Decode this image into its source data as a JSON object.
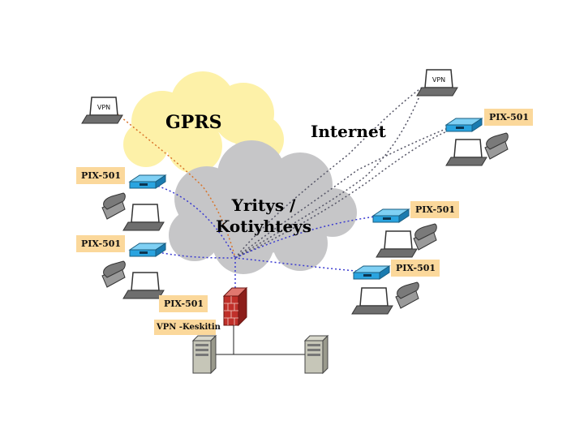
{
  "clouds": {
    "gprs": "GPRS",
    "internet": "Internet",
    "company_line1": "Yritys /",
    "company_line2": "Kotiyhteys"
  },
  "remote_vpn_label": "VPN",
  "sites": [
    {
      "id": "left-top",
      "label": "PIX-501"
    },
    {
      "id": "left-bottom",
      "label": "PIX-501"
    },
    {
      "id": "right-top",
      "label": "PIX-501"
    },
    {
      "id": "right-middle",
      "label": "PIX-501"
    },
    {
      "id": "right-bottom",
      "label": "PIX-501"
    }
  ],
  "hub": {
    "firewall_label": "PIX-501",
    "concentrator_label": "VPN -Keskitin"
  },
  "colors": {
    "gprs_cloud": "#fdf1a8",
    "company_cloud": "#c6c6c8",
    "router": "#2aa4e0",
    "link_lan": "#3a3ad0",
    "link_gprs": "#d9742a",
    "link_internet": "#555566",
    "label_bg": "#fbd89b",
    "firewall": "#c0302a"
  }
}
